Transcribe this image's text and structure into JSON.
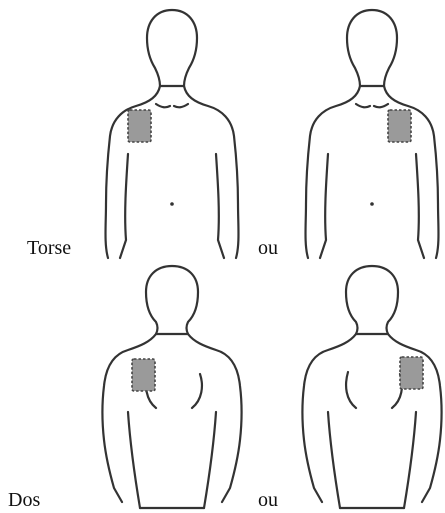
{
  "colors": {
    "outline": "#333333",
    "patch_fill": "#9a9a9a",
    "patch_border": "#444444"
  },
  "labels": {
    "torse": "Torse",
    "ou_front": "ou",
    "dos": "Dos",
    "ou_back": "ou"
  },
  "figures": [
    {
      "view": "front",
      "patch_side": "viewer-left"
    },
    {
      "view": "front",
      "patch_side": "viewer-right"
    },
    {
      "view": "back",
      "patch_side": "viewer-left"
    },
    {
      "view": "back",
      "patch_side": "viewer-right"
    }
  ]
}
